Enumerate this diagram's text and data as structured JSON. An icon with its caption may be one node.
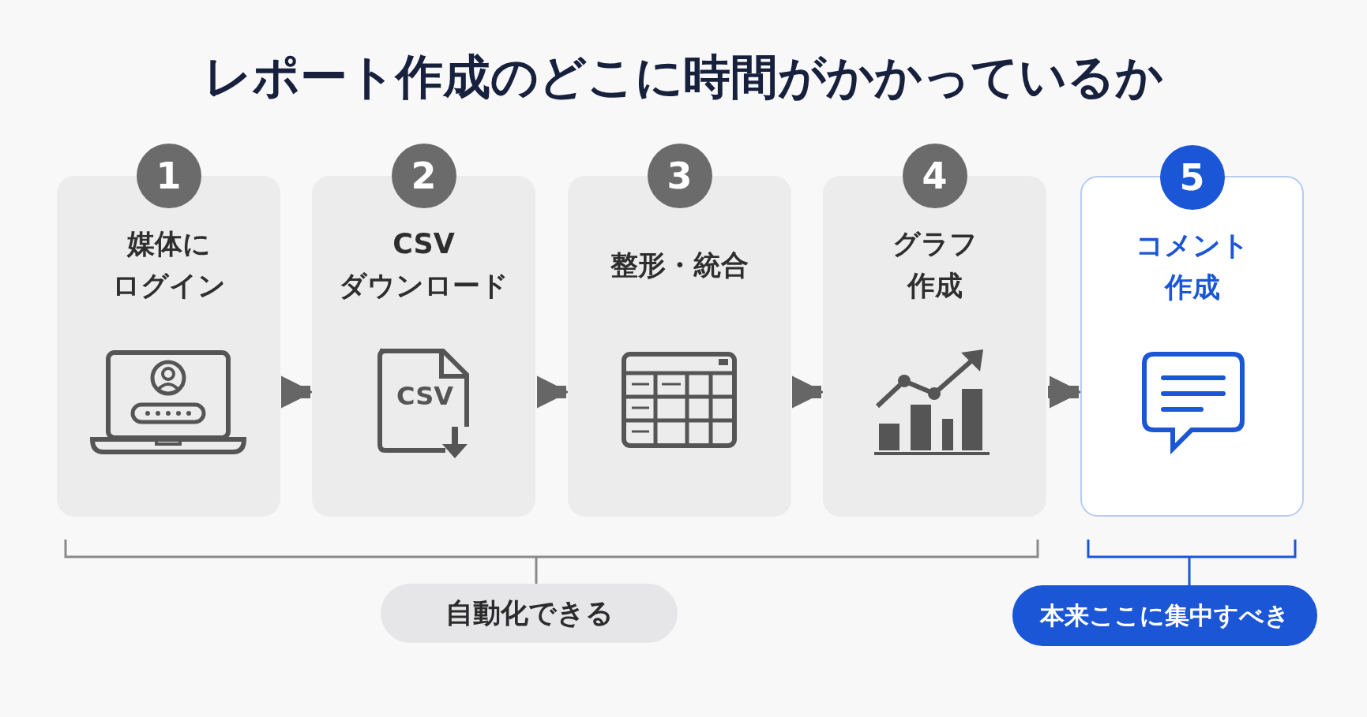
{
  "diagram": {
    "title": "レポート作成のどこに時間がかかっているか",
    "nodes": [
      {
        "text": [
          "1",
          "媒体にログイン"
        ]
      },
      {
        "text": [
          "2",
          "CSVダウンロード"
        ]
      },
      {
        "text": [
          "3",
          "整形・統合"
        ]
      },
      {
        "text": [
          "4",
          "グラフ作成"
        ]
      },
      {
        "text": [
          "5",
          "コメント作成"
        ]
      },
      {
        "text": [
          "自動化できる"
        ]
      },
      {
        "text": [
          "本来ここに集中すべき"
        ]
      }
    ],
    "edges": [
      {
        "from": 0,
        "to": 1,
        "arrow": "to"
      },
      {
        "from": 1,
        "to": 2,
        "arrow": "to"
      },
      {
        "from": 2,
        "to": 3,
        "arrow": "to"
      },
      {
        "from": 3,
        "to": 4,
        "arrow": "to"
      }
    ],
    "labels": [
      "CSV"
    ]
  }
}
